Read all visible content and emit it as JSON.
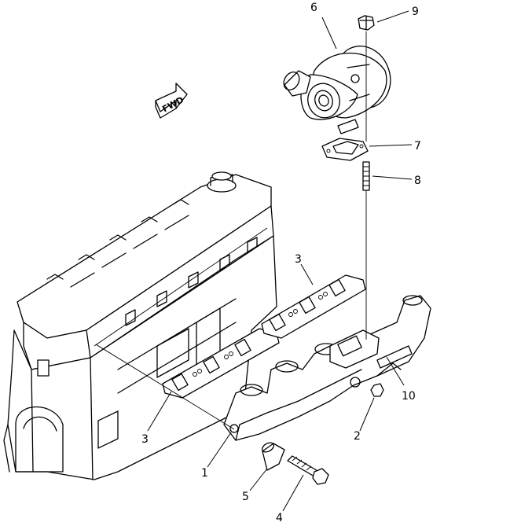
{
  "diagram": {
    "direction_marker": "FWD",
    "callouts": {
      "c1": "1",
      "c2": "2",
      "c3a": "3",
      "c3b": "3",
      "c4": "4",
      "c5": "5",
      "c6": "6",
      "c7": "7",
      "c8": "8",
      "c9": "9",
      "c10": "10"
    }
  }
}
